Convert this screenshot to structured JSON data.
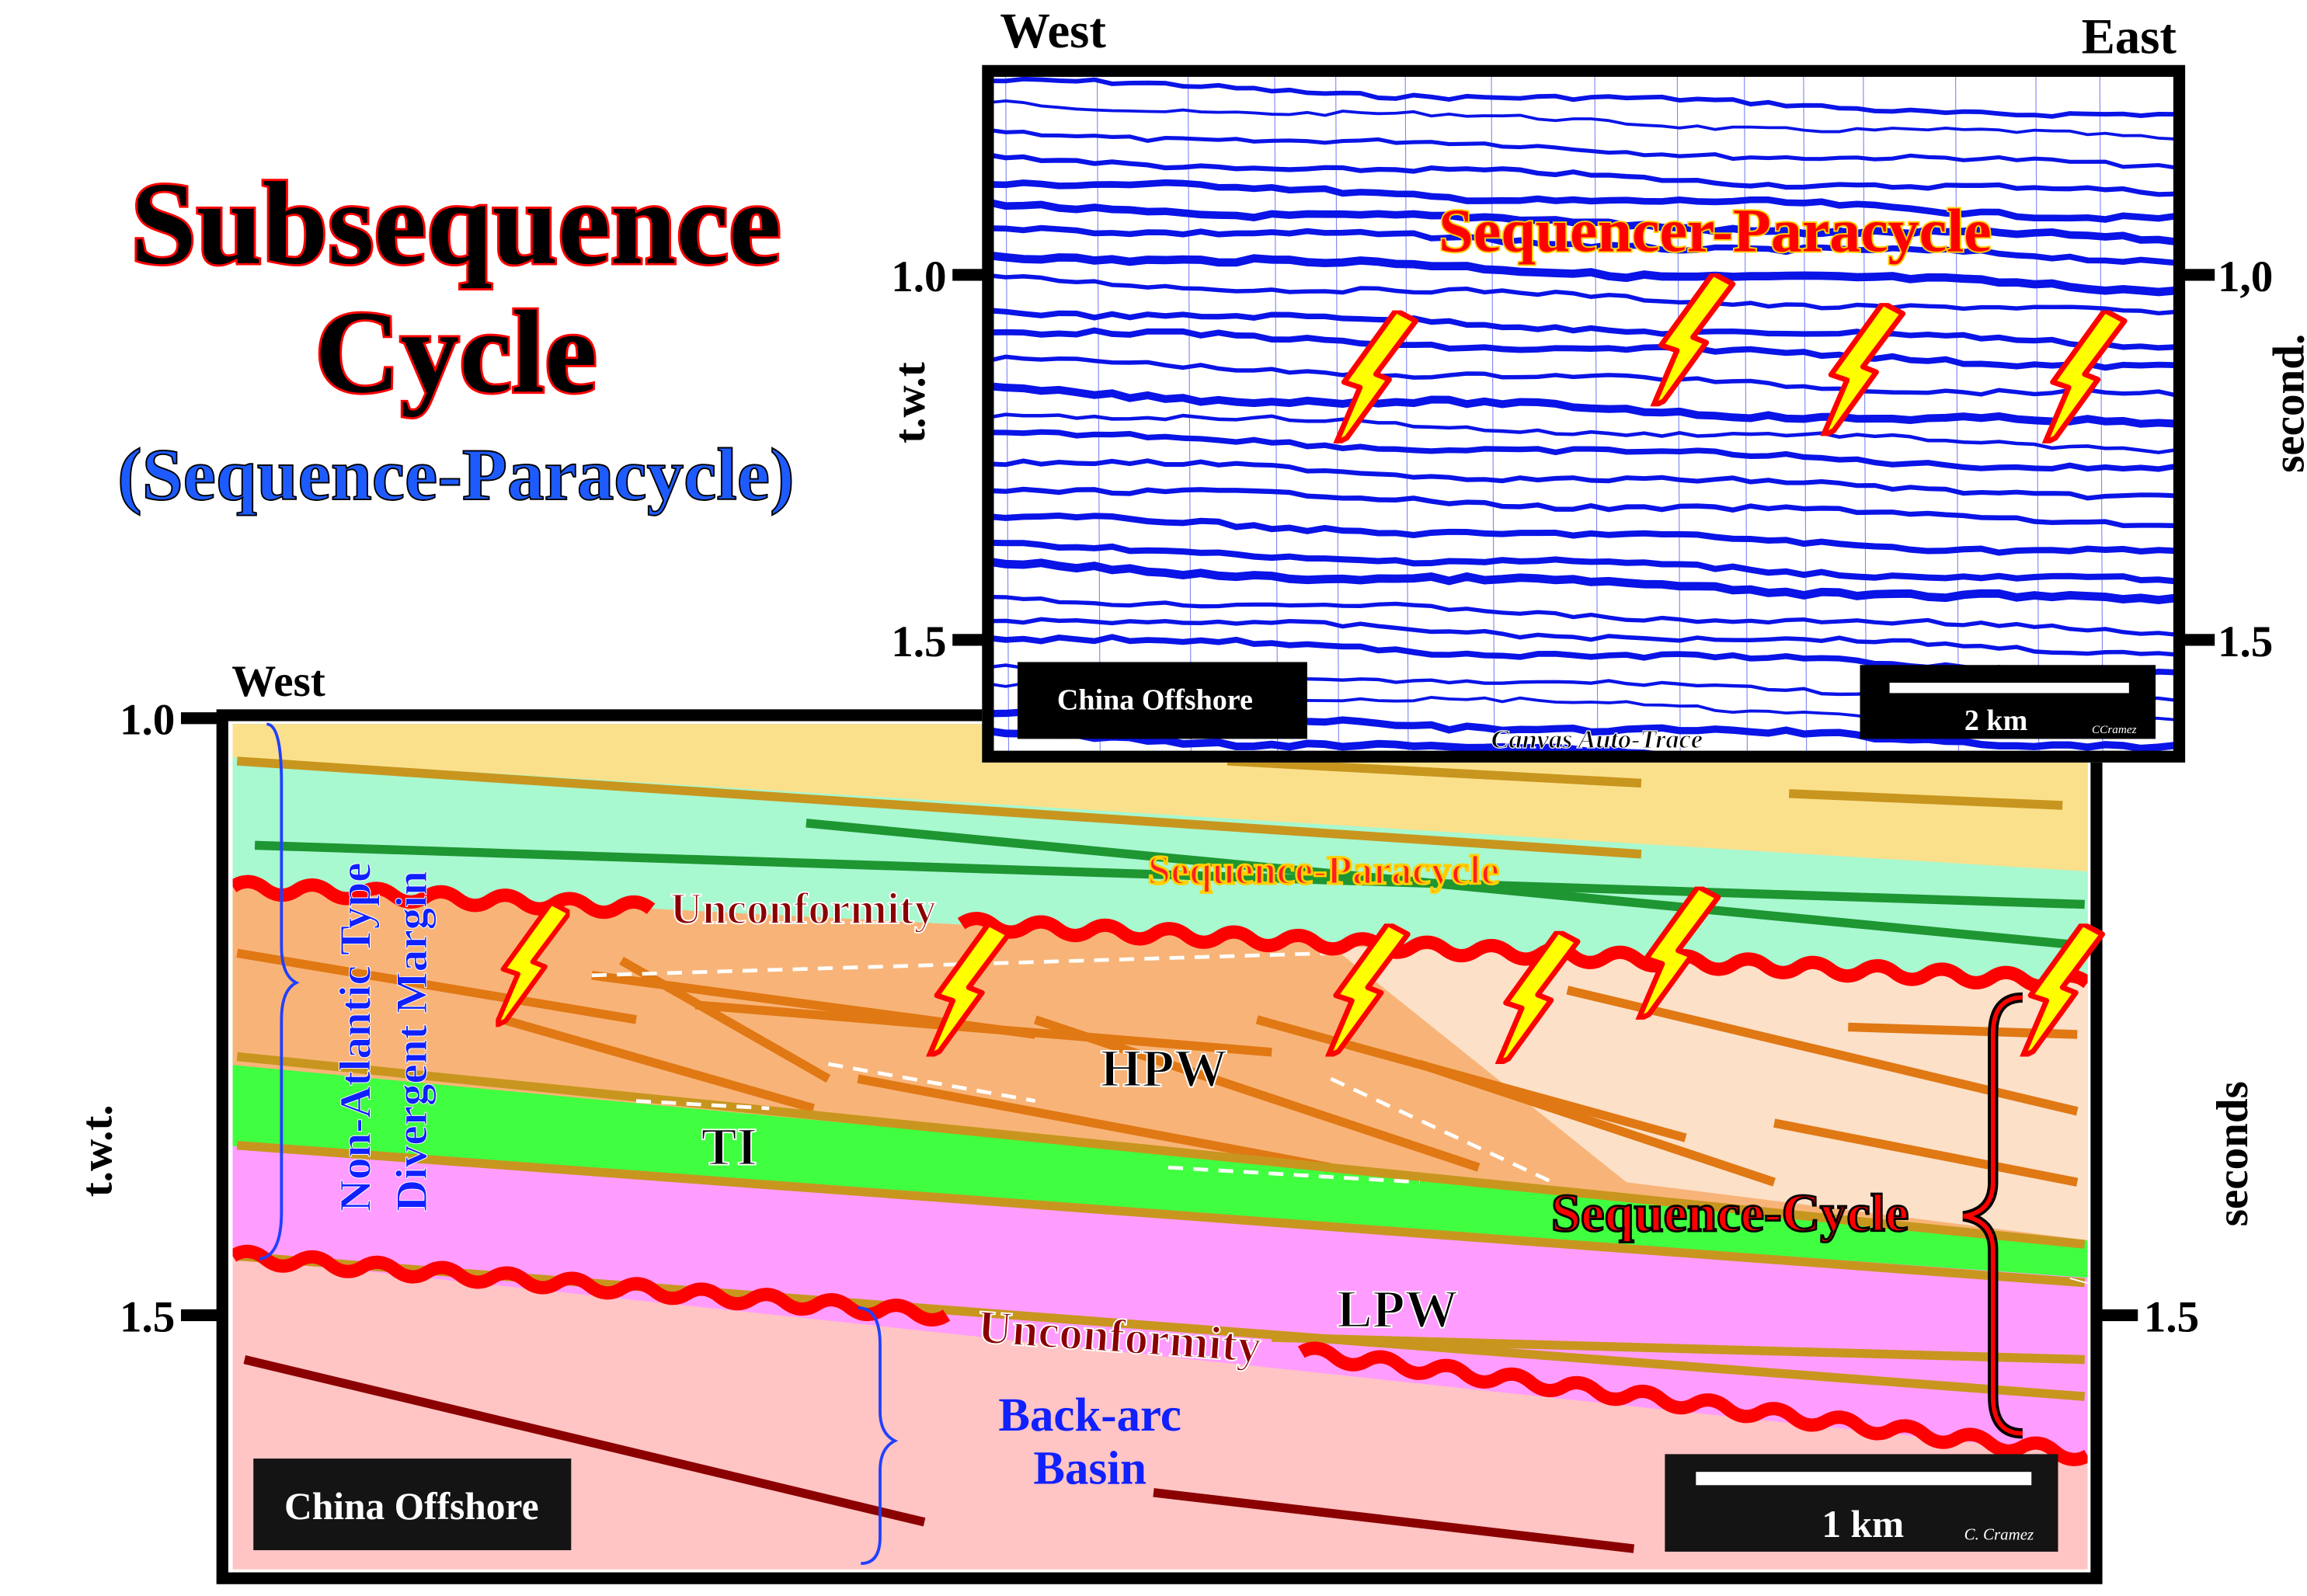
{
  "title": {
    "line1": "Subsequence",
    "line2": "Cycle",
    "subtitle": "(Sequence-Paracycle)"
  },
  "seismic_panel": {
    "west_label": "West",
    "east_label": "East",
    "left_axis": {
      "label": "t.w.t",
      "ticks": [
        "1.0",
        "1.5"
      ]
    },
    "right_axis": {
      "label": "second.",
      "ticks": [
        "1,0",
        "1.5"
      ]
    },
    "annotation": "Sequencer-Paracycle",
    "location_label": "China Offshore",
    "scale_label": "2 km",
    "credit": "CCramez",
    "software_label": "Canvas Auto-Trace"
  },
  "interpretation_panel": {
    "west_label": "West",
    "left_axis": {
      "label": "t.w.t.",
      "ticks": [
        "1.0",
        "1.5"
      ]
    },
    "right_axis": {
      "label": "seconds",
      "ticks": [
        "1.5"
      ]
    },
    "labels": {
      "sequence_paracycle": "Sequence-Paracycle",
      "unconformity_upper": "Unconformity",
      "unconformity_lower": "Unconformity",
      "hpw": "HPW",
      "ti": "TI",
      "lpw": "LPW",
      "sequence_cycle": "Sequence-Cycle",
      "margin_line1": "Non-Atlantic Type",
      "margin_line2": "Divergent Margin",
      "basin_line1": "Back-arc",
      "basin_line2": "Basin"
    },
    "location_label": "China Offshore",
    "scale_label": "1 km",
    "credit": "C. Cramez"
  },
  "colors": {
    "seismic_blue": "#0A14E6",
    "unconformity_red": "#FF0000",
    "arrow_yellow": "#FFFF00",
    "layer_yellow": "#FBE08C",
    "layer_cyan": "#A8F8D0",
    "layer_orange": "#F8B478",
    "layer_green": "#40FF40",
    "layer_pink": "#FF9CFF",
    "layer_rose": "#FFC4C4"
  }
}
